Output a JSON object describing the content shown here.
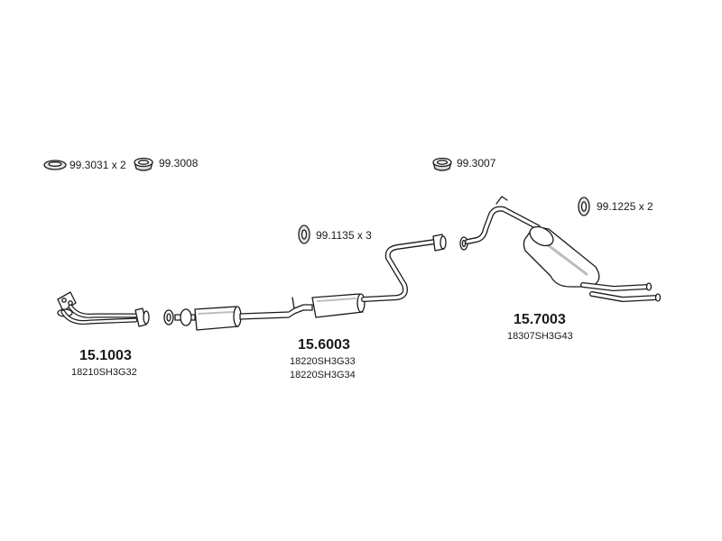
{
  "hardware": [
    {
      "name": "gasket-99-3031",
      "label": "99.3031 x 2"
    },
    {
      "name": "gasket-99-3008",
      "label": "99.3008"
    },
    {
      "name": "gasket-99-3007",
      "label": "99.3007"
    },
    {
      "name": "rubber-mount-99-1135",
      "label": "99.1135 x 3"
    },
    {
      "name": "rubber-mount-99-1225",
      "label": "99.1225 x 2"
    }
  ],
  "sections": [
    {
      "name": "front-pipe",
      "part_number": "15.1003",
      "oe_numbers": [
        "18210SH3G32"
      ]
    },
    {
      "name": "middle-section",
      "part_number": "15.6003",
      "oe_numbers": [
        "18220SH3G33",
        "18220SH3G34"
      ]
    },
    {
      "name": "rear-silencer",
      "part_number": "15.7003",
      "oe_numbers": [
        "18307SH3G43"
      ]
    }
  ],
  "colors": {
    "line": "#1a1a1a",
    "fill": "#ffffff",
    "shade": "#bdbdbd"
  }
}
